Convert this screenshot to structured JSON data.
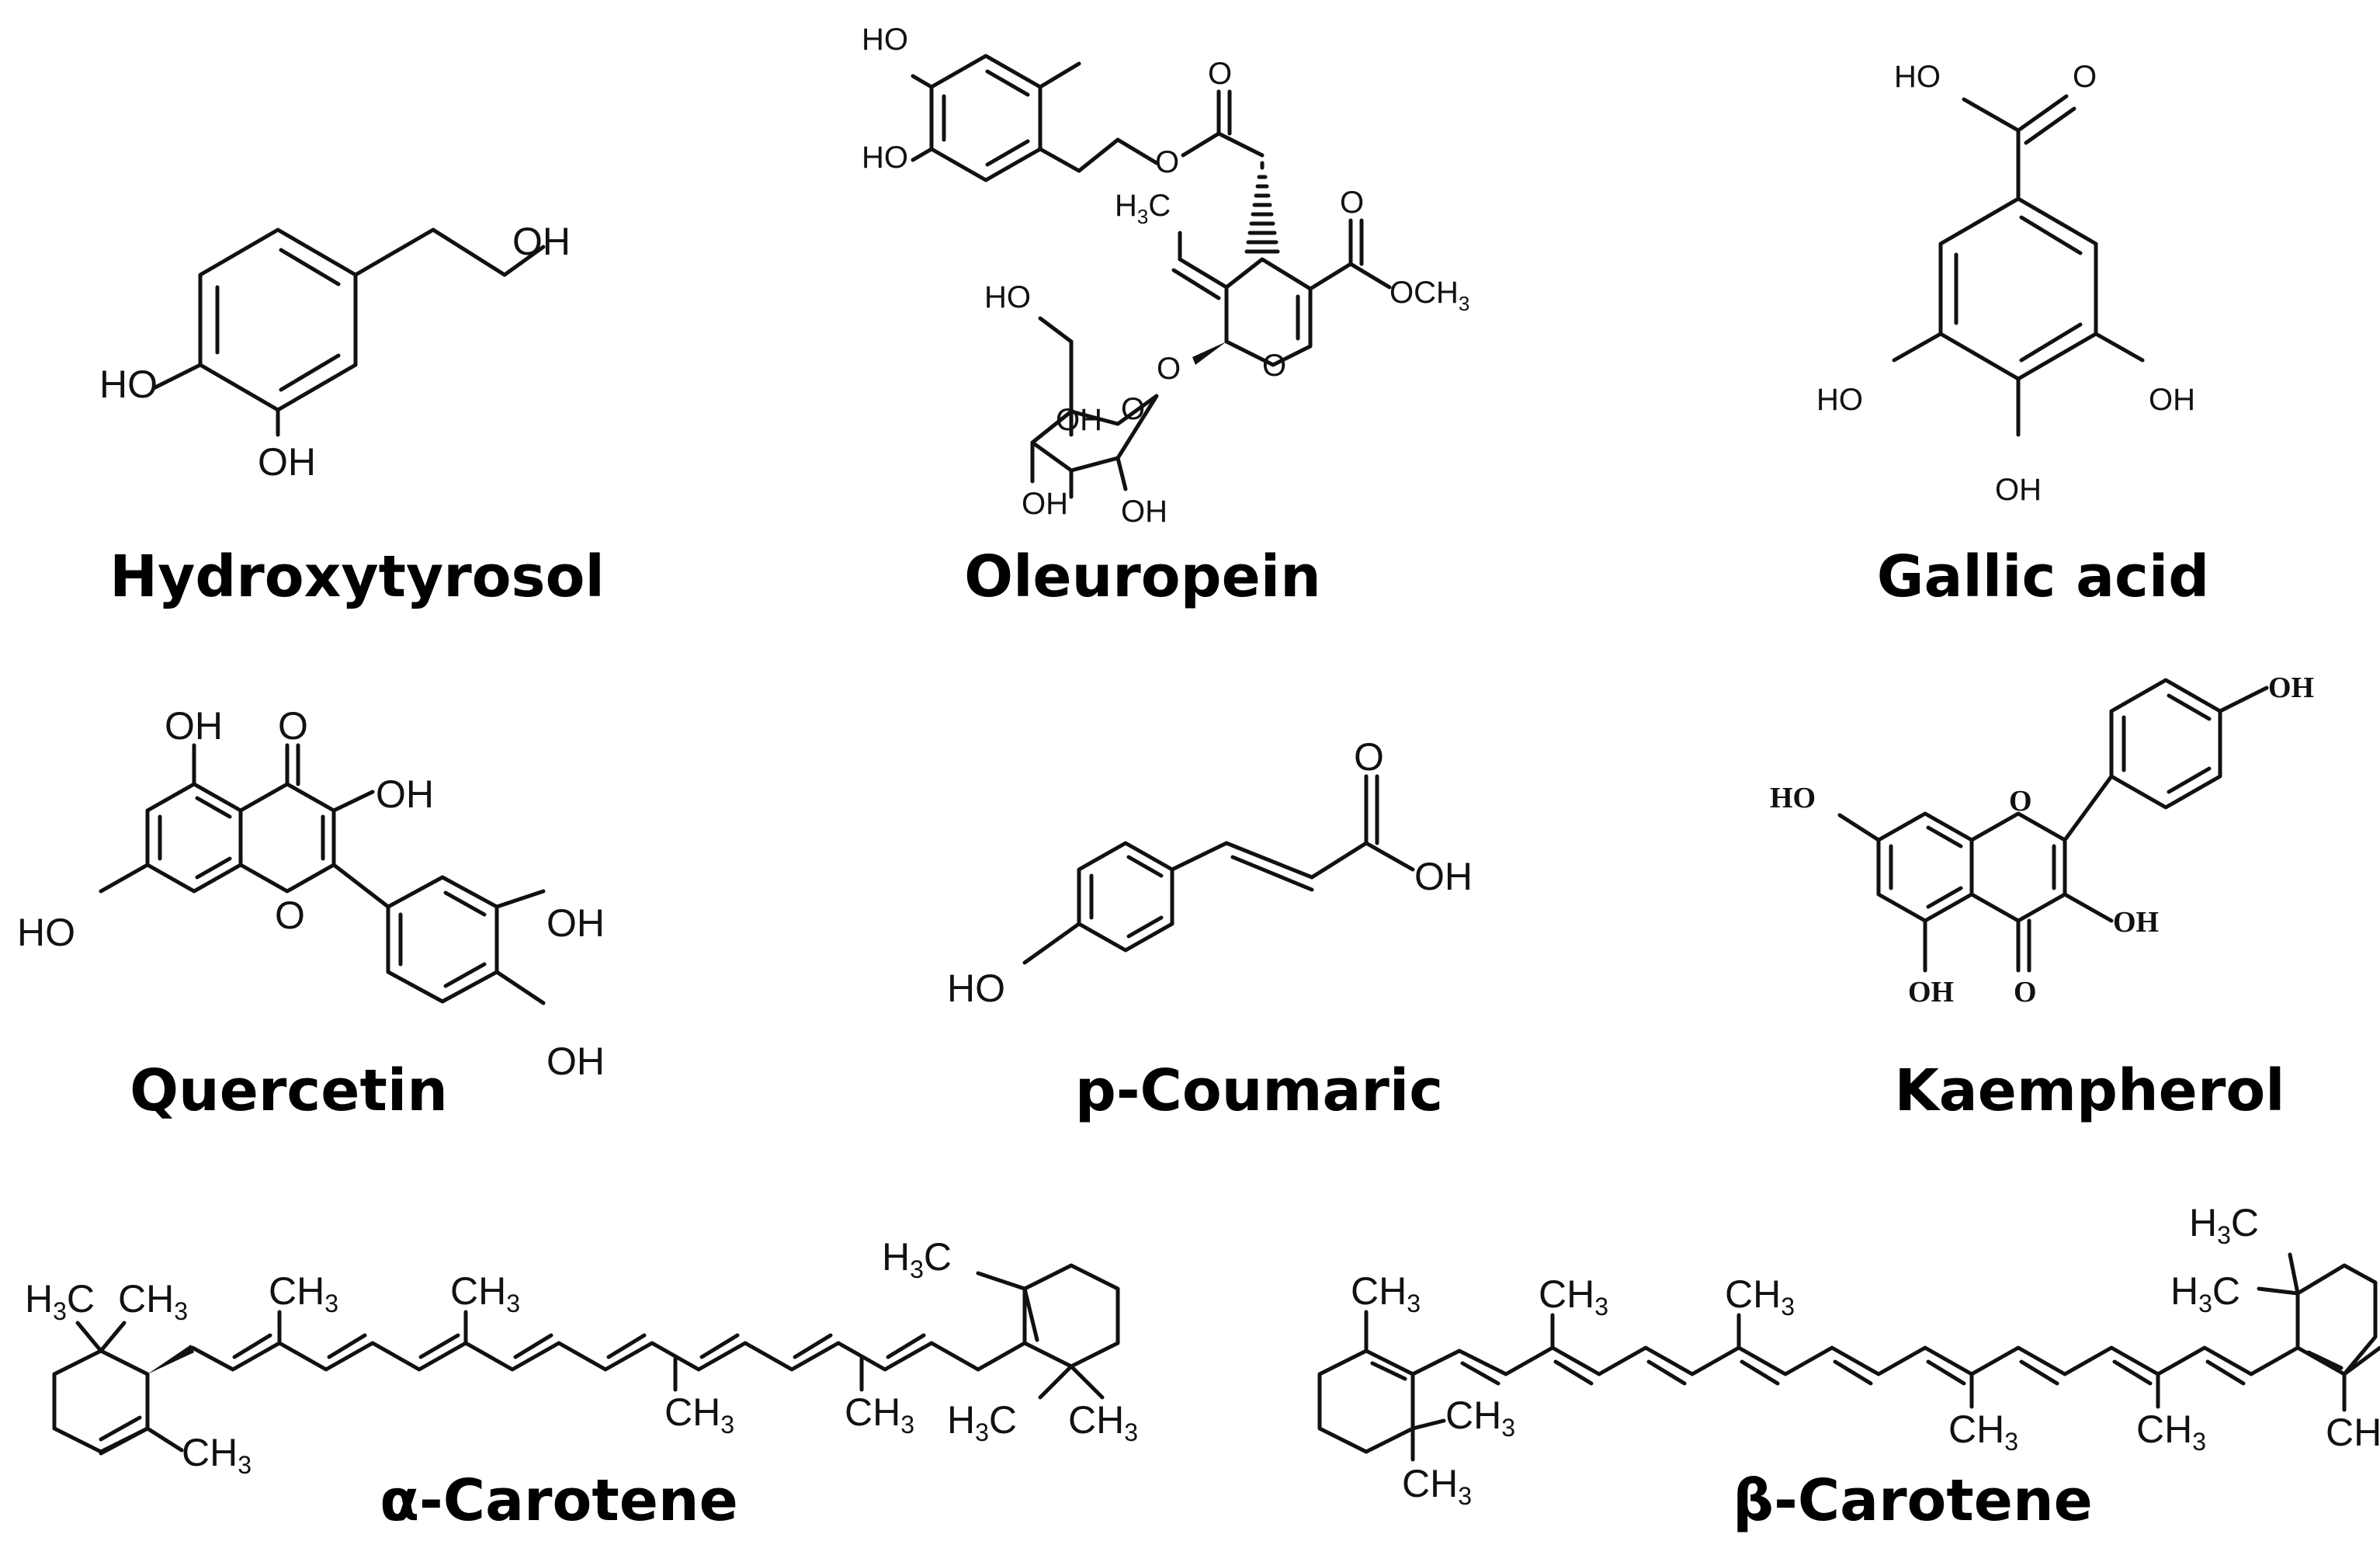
{
  "compounds": [
    {
      "key": "hydroxytyrosol",
      "name": "Hydroxytyrosol"
    },
    {
      "key": "oleuropein",
      "name": "Oleuropein"
    },
    {
      "key": "gallic_acid",
      "name": "Gallic acid"
    },
    {
      "key": "quercetin",
      "name": "Quercetin"
    },
    {
      "key": "p_coumaric",
      "name": "p-Coumaric"
    },
    {
      "key": "kaempherol",
      "name": "Kaempherol"
    },
    {
      "key": "alpha_carotene",
      "name": "α-Carotene"
    },
    {
      "key": "beta_carotene",
      "name": "β-Carotene"
    }
  ],
  "atoms": {
    "HO": "HO",
    "OH": "OH",
    "O": "O",
    "H": "H",
    "C": "C",
    "CH": "CH",
    "OCH": "OCH",
    "three": "3"
  }
}
